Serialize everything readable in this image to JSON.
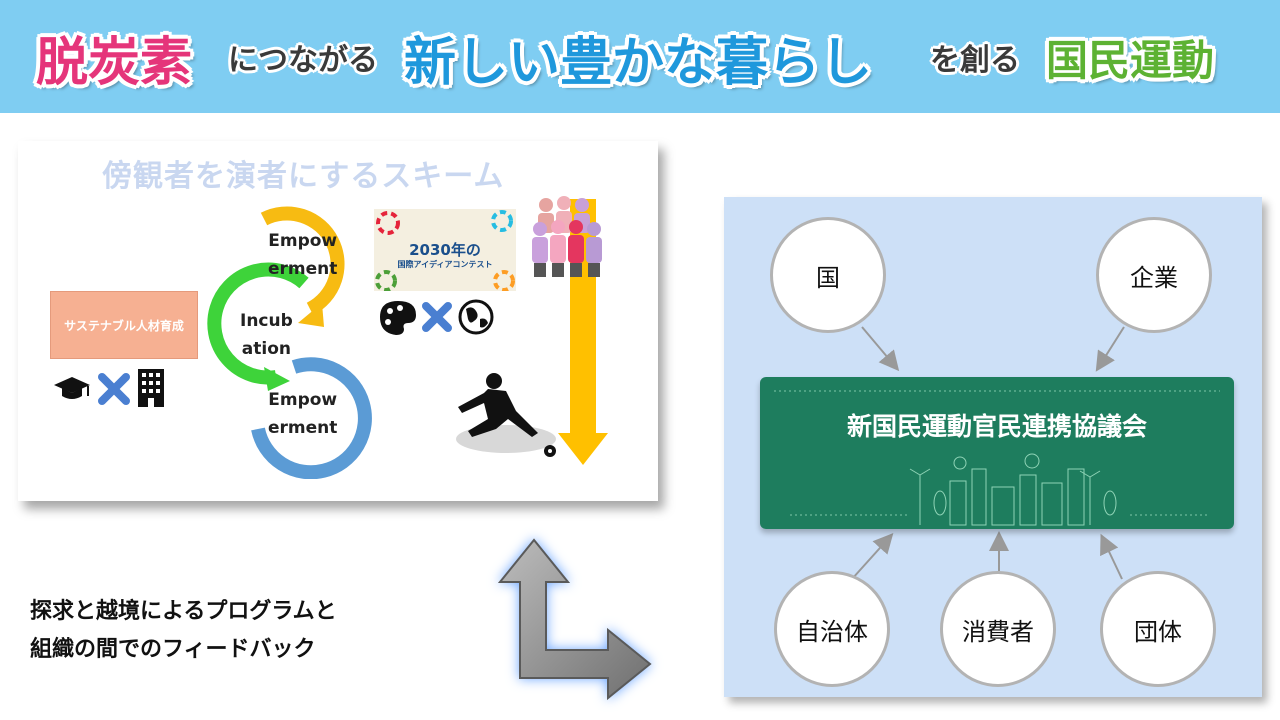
{
  "title": {
    "part1": "脱炭素",
    "part2": "につながる",
    "part3": "新しい豊かな暮らし",
    "part4": "を創る",
    "part5": "国民運動"
  },
  "colors": {
    "banner": "#7fcdf2",
    "magenta": "#e5357a",
    "blue": "#1f98dc",
    "green": "#5db233",
    "council": "#1e7d5e",
    "right_panel": "#cde0f7"
  },
  "left": {
    "scheme_title": "傍観者を演者にするスキーム",
    "training_label": "サステナブル人材育成",
    "cycle": [
      {
        "line1": "Empow",
        "line2": "erment"
      },
      {
        "line1": "Incub",
        "line2": "ation"
      },
      {
        "line1": "Empow",
        "line2": "erment"
      }
    ],
    "contest": {
      "line1": "2030年の",
      "line2": "国際アイディアコンテスト"
    },
    "icons": [
      "graduation-cap-icon",
      "cross-icon",
      "building-icon",
      "palette-icon",
      "globe-icon",
      "soccer-player-icon",
      "crowd-icon"
    ]
  },
  "feedback": {
    "line1": "探求と越境によるプログラムと",
    "line2": "組織の間でのフィードバック"
  },
  "right": {
    "top_nodes": [
      "国",
      "企業"
    ],
    "council": "新国民運動官民連携協議会",
    "bottom_nodes": [
      "自治体",
      "消費者",
      "団体"
    ]
  }
}
